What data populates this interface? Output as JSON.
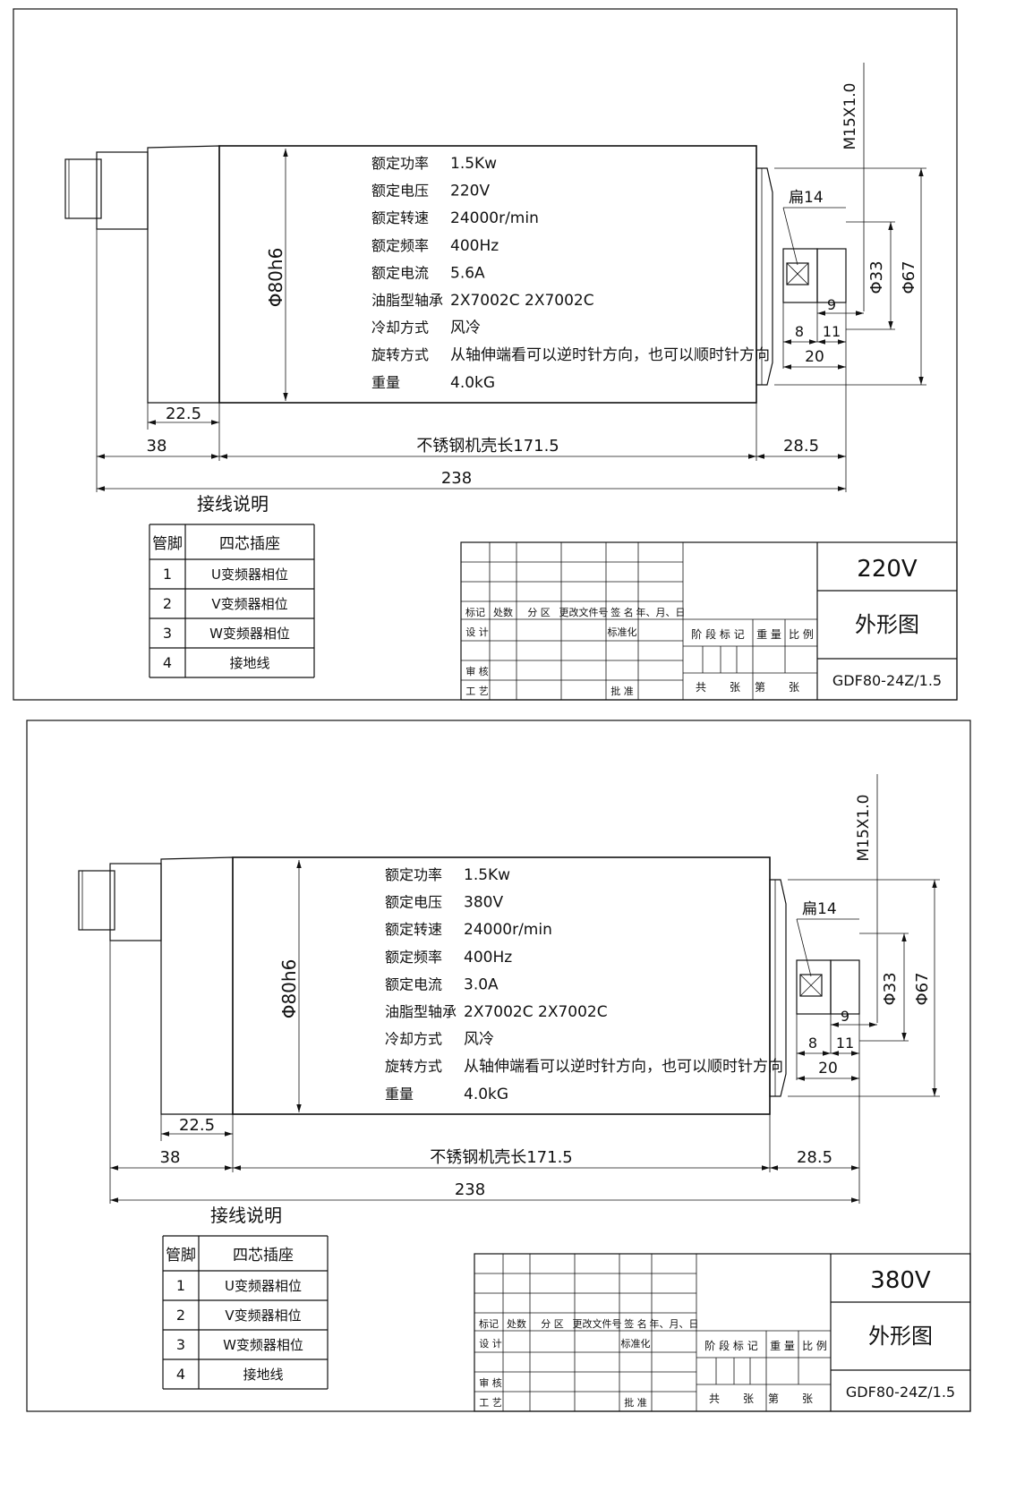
{
  "sheets": [
    {
      "specs": [
        {
          "label": "额定功率",
          "value": "1.5Kw"
        },
        {
          "label": "额定电压",
          "value": "220V"
        },
        {
          "label": "额定转速",
          "value": "24000r/min"
        },
        {
          "label": "额定频率",
          "value": "400Hz"
        },
        {
          "label": "额定电流",
          "value": "5.6A"
        },
        {
          "label": "油脂型轴承",
          "value": "2X7002C   2X7002C"
        },
        {
          "label": "冷却方式",
          "value": "风冷"
        },
        {
          "label": "旋转方式",
          "value": "从轴伸端看可以逆时针方向，也可以顺时针方向"
        },
        {
          "label": "重量",
          "value": "4.0kG"
        }
      ],
      "dims": {
        "body_dia": "Φ80h6",
        "d_225": "22.5",
        "d_38": "38",
        "shell": "不锈钢机壳长171.5",
        "d_285": "28.5",
        "d_238": "238",
        "thread": "M15X1.0",
        "flat": "扁14",
        "d33": "Φ33",
        "d67": "Φ67",
        "d9": "9",
        "d8": "8",
        "d11": "11",
        "d20": "20"
      },
      "wiring": {
        "title": "接线说明",
        "h_pin": "管脚",
        "h_socket": "四芯插座",
        "rows": [
          {
            "pin": "1",
            "desc": "U变频器相位"
          },
          {
            "pin": "2",
            "desc": "V变频器相位"
          },
          {
            "pin": "3",
            "desc": "W变频器相位"
          },
          {
            "pin": "4",
            "desc": "接地线"
          }
        ]
      },
      "title_block": {
        "marker": "标记",
        "count": "处数",
        "zone": "分 区",
        "change_doc": "更改文件号",
        "sign": "签 名",
        "date": "年、月、日",
        "design": "设 计",
        "standard": "标准化",
        "review": "审 核",
        "process": "工 艺",
        "approve": "批 准",
        "stage": "阶 段 标 记",
        "weight": "重 量",
        "scale": "比 例",
        "total": "共",
        "sheets_u": "张",
        "no": "第",
        "sheet_u": "张",
        "voltage": "220V",
        "drawing_name": "外形图",
        "model": "GDF80-24Z/1.5"
      }
    },
    {
      "specs": [
        {
          "label": "额定功率",
          "value": "1.5Kw"
        },
        {
          "label": "额定电压",
          "value": "380V"
        },
        {
          "label": "额定转速",
          "value": "24000r/min"
        },
        {
          "label": "额定频率",
          "value": "400Hz"
        },
        {
          "label": "额定电流",
          "value": "3.0A"
        },
        {
          "label": "油脂型轴承",
          "value": "2X7002C   2X7002C"
        },
        {
          "label": "冷却方式",
          "value": "风冷"
        },
        {
          "label": "旋转方式",
          "value": "从轴伸端看可以逆时针方向，也可以顺时针方向"
        },
        {
          "label": "重量",
          "value": "4.0kG"
        }
      ],
      "dims": {
        "body_dia": "Φ80h6",
        "d_225": "22.5",
        "d_38": "38",
        "shell": "不锈钢机壳长171.5",
        "d_285": "28.5",
        "d_238": "238",
        "thread": "M15X1.0",
        "flat": "扁14",
        "d33": "Φ33",
        "d67": "Φ67",
        "d9": "9",
        "d8": "8",
        "d11": "11",
        "d20": "20"
      },
      "wiring": {
        "title": "接线说明",
        "h_pin": "管脚",
        "h_socket": "四芯插座",
        "rows": [
          {
            "pin": "1",
            "desc": "U变频器相位"
          },
          {
            "pin": "2",
            "desc": "V变频器相位"
          },
          {
            "pin": "3",
            "desc": "W变频器相位"
          },
          {
            "pin": "4",
            "desc": "接地线"
          }
        ]
      },
      "title_block": {
        "marker": "标记",
        "count": "处数",
        "zone": "分 区",
        "change_doc": "更改文件号",
        "sign": "签 名",
        "date": "年、月、日",
        "design": "设 计",
        "standard": "标准化",
        "review": "审 核",
        "process": "工 艺",
        "approve": "批 准",
        "stage": "阶 段 标 记",
        "weight": "重 量",
        "scale": "比 例",
        "total": "共",
        "sheets_u": "张",
        "no": "第",
        "sheet_u": "张",
        "voltage": "380V",
        "drawing_name": "外形图",
        "model": "GDF80-24Z/1.5"
      }
    }
  ]
}
